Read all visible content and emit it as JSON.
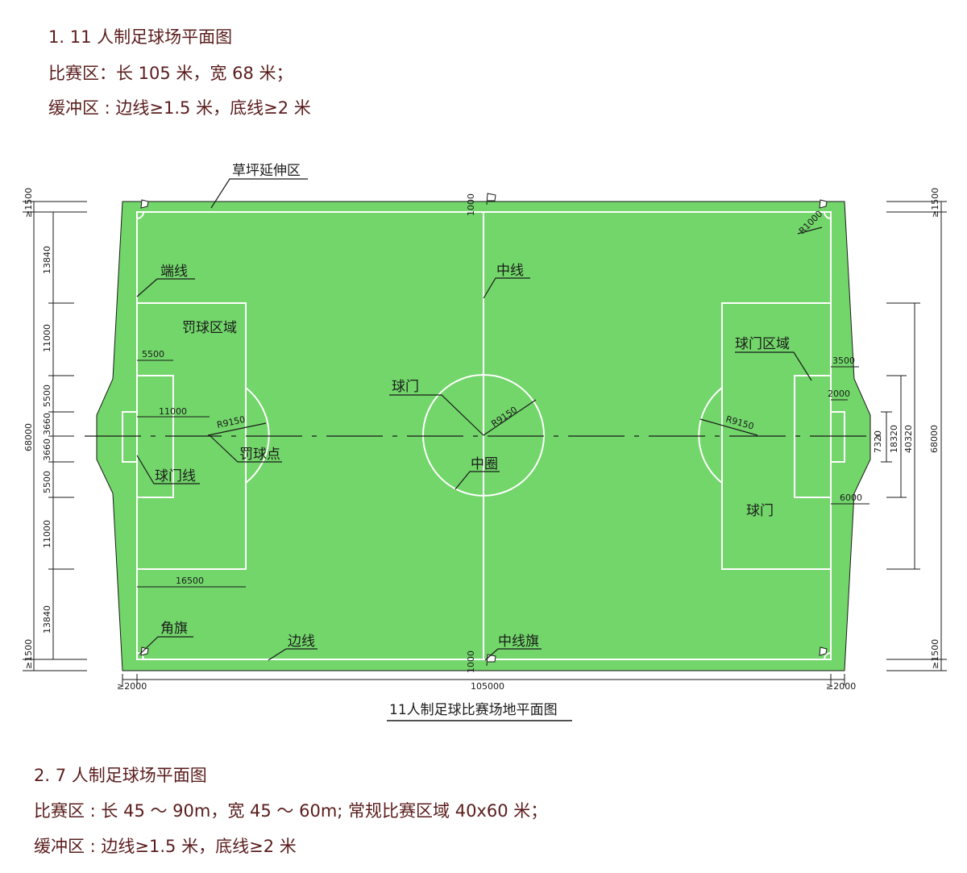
{
  "section1": {
    "title": "1. 11 人制足球场平面图",
    "line1": "比赛区：长 105 米，宽 68 米；",
    "line2": "缓冲区 : 边线≥1.5 米，底线≥2 米"
  },
  "section2": {
    "title": "2. 7 人制足球场平面图",
    "line1": "比赛区 : 长 45 ～ 90m，宽 45 ～ 60m; 常规比赛区域 40x60 米；",
    "line2": "缓冲区 : 边线≥1.5 米，底线≥2 米"
  },
  "diagram": {
    "caption": "11人制足球比赛场地平面图",
    "colors": {
      "grass": "#72d66a",
      "line": "#ffffff",
      "ink": "#1a1a1a"
    },
    "labels": {
      "turf_extension": "草坪延伸区",
      "end_line": "端线",
      "penalty_area": "罚球区域",
      "goal_line": "球门线",
      "penalty_spot": "罚球点",
      "corner_flag": "角旗",
      "touch_line": "边线",
      "goal_center": "球门",
      "center_line": "中线",
      "center_circle": "中圈",
      "halfway_flag": "中线旗",
      "goal_area": "球门区域",
      "goal_right": "球门"
    },
    "dims": {
      "left_top_buffer": "≥1500",
      "left_bottom_buffer": "≥1500",
      "right_top_buffer": "≥1500",
      "right_bottom_buffer": "≥1500",
      "left_total": "68000",
      "left_segments": [
        "13840",
        "11000",
        "5500",
        "3660",
        "3660",
        "5500",
        "11000",
        "13840"
      ],
      "flag_top": "1000",
      "flag_bottom": "1000",
      "goal_area_depth": "5500",
      "penalty_spot_dist": "11000",
      "penalty_area_depth": "16500",
      "arc_left": "R9150",
      "circle_radius": "R9150",
      "arc_right": "R9150",
      "corner_radius": "R1000",
      "goal_depth": "3500",
      "goal_post": "2000",
      "goal_area_depth_right": "6000",
      "goal_width": "7320",
      "goal_area_width": "18320",
      "penalty_area_width": "40320",
      "right_total": "68000",
      "bottom_left": "≥2000",
      "bottom_total": "105000",
      "bottom_right": "≥2000"
    }
  }
}
